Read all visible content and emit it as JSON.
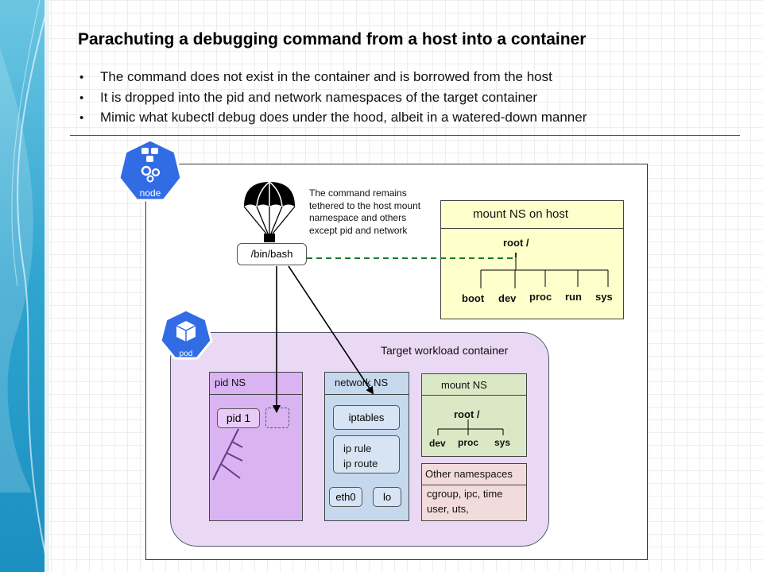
{
  "slide": {
    "title": "Parachuting a debugging command from a host into a container",
    "bullets": [
      "The command does not exist in the container and is borrowed from the host",
      "It is dropped into the pid and network namespaces of the target container",
      "Mimic what kubectl debug does under the hood, albeit in a watered-down  manner"
    ]
  },
  "node_badge": {
    "label": "node",
    "icon": "kubernetes-node-icon",
    "color": "#326ce5"
  },
  "pod_badge": {
    "label": "pod",
    "icon": "kubernetes-pod-icon",
    "color": "#326ce5"
  },
  "command": {
    "label": "/bin/bash",
    "icon": "parachute-icon"
  },
  "note": {
    "text": "The command remains tethered to the host mount namespace and others except pid and network"
  },
  "host_mount_ns": {
    "title": "mount NS on host",
    "root": "root /",
    "dirs": [
      "boot",
      "dev",
      "proc",
      "run",
      "sys"
    ],
    "fill": "#ffffcc"
  },
  "container": {
    "title": "Target workload container",
    "fill": "#ead9f5"
  },
  "pid_ns": {
    "title": "pid NS",
    "pid1": "pid 1",
    "fill": "#d9b3f2"
  },
  "network_ns": {
    "title": "network  NS",
    "iptables": "iptables",
    "ip_rule": "ip rule",
    "ip_route": "ip route",
    "eth0": "eth0",
    "lo": "lo",
    "fill": "#c5d8ee"
  },
  "mount_ns": {
    "title": "mount  NS",
    "root": "root /",
    "dirs": [
      "dev",
      "proc",
      "sys"
    ],
    "fill": "#dbe8c6"
  },
  "other_ns": {
    "title": "Other namespaces",
    "line1": "cgroup,  ipc, time",
    "line2": "user, uts,",
    "fill": "#f2dcdb"
  }
}
